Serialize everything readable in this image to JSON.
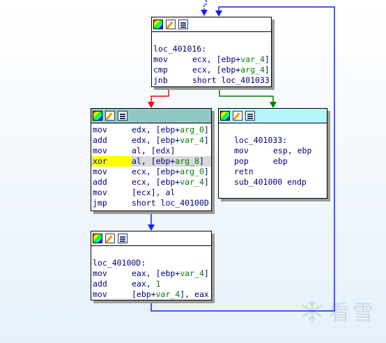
{
  "colors": {
    "edge_true": "#1a1aff",
    "edge_false_red": "#ff0000",
    "edge_true_green": "#008000",
    "node_shadow": "#9a9a9a",
    "header_teal": "#8fc9c6",
    "header_cyan": "#b3f7f7"
  },
  "watermark": {
    "text": "看雪"
  },
  "nodes": [
    {
      "id": "node-loc-401016",
      "lines": [
        {
          "label": "loc_401016:"
        },
        {
          "mnem": "mov",
          "ops": [
            [
              "ecx, [ebp+",
              "plain"
            ],
            [
              "var_4",
              "var"
            ],
            [
              "]",
              "plain"
            ]
          ]
        },
        {
          "mnem": "cmp",
          "ops": [
            [
              "ecx, [ebp+",
              "plain"
            ],
            [
              "arg_4",
              "var"
            ],
            [
              "]",
              "plain"
            ]
          ]
        },
        {
          "mnem": "jnb",
          "ops": [
            [
              "short loc_401033",
              "plain"
            ]
          ]
        }
      ]
    },
    {
      "id": "node-main-block",
      "lines": [
        {
          "mnem": "mov",
          "ops": [
            [
              "edx, [ebp+",
              "plain"
            ],
            [
              "arg_0",
              "var"
            ],
            [
              "]",
              "plain"
            ]
          ]
        },
        {
          "mnem": "add",
          "ops": [
            [
              "edx, [ebp+",
              "plain"
            ],
            [
              "var_4",
              "var"
            ],
            [
              "]",
              "plain"
            ]
          ]
        },
        {
          "mnem": "mov",
          "ops": [
            [
              "al, [edx]",
              "plain"
            ]
          ]
        },
        {
          "mnem": "xor",
          "highlight": true,
          "ops": [
            [
              "al, [ebp+",
              "plain"
            ],
            [
              "arg_8",
              "var"
            ],
            [
              "]",
              "plain"
            ]
          ]
        },
        {
          "mnem": "mov",
          "ops": [
            [
              "ecx, [ebp+",
              "plain"
            ],
            [
              "arg_0",
              "var"
            ],
            [
              "]",
              "plain"
            ]
          ]
        },
        {
          "mnem": "add",
          "ops": [
            [
              "ecx, [ebp+",
              "plain"
            ],
            [
              "var_4",
              "var"
            ],
            [
              "]",
              "plain"
            ]
          ]
        },
        {
          "mnem": "mov",
          "ops": [
            [
              "[ecx], al",
              "plain"
            ]
          ]
        },
        {
          "mnem": "jmp",
          "ops": [
            [
              "short loc_40100D",
              "plain"
            ]
          ]
        }
      ]
    },
    {
      "id": "node-loc-401033",
      "lines": [
        {
          "label": "loc_401033:"
        },
        {
          "mnem": "mov",
          "ops": [
            [
              "esp, ebp",
              "plain"
            ]
          ]
        },
        {
          "mnem": "pop",
          "ops": [
            [
              "ebp",
              "plain"
            ]
          ]
        },
        {
          "mnem": "retn",
          "ops": []
        },
        {
          "mnem": "sub_401000 endp",
          "wide": true,
          "ops": []
        }
      ]
    },
    {
      "id": "node-loc-40100d",
      "lines": [
        {
          "label": "loc_40100D:"
        },
        {
          "mnem": "mov",
          "ops": [
            [
              "eax, [ebp+",
              "plain"
            ],
            [
              "var_4",
              "var"
            ],
            [
              "]",
              "plain"
            ]
          ]
        },
        {
          "mnem": "add",
          "ops": [
            [
              "eax, ",
              "plain"
            ],
            [
              "1",
              "num"
            ]
          ]
        },
        {
          "mnem": "mov",
          "ops": [
            [
              "[ebp+",
              "plain"
            ],
            [
              "var_4",
              "var"
            ],
            [
              "], eax",
              "plain"
            ]
          ]
        }
      ]
    }
  ]
}
